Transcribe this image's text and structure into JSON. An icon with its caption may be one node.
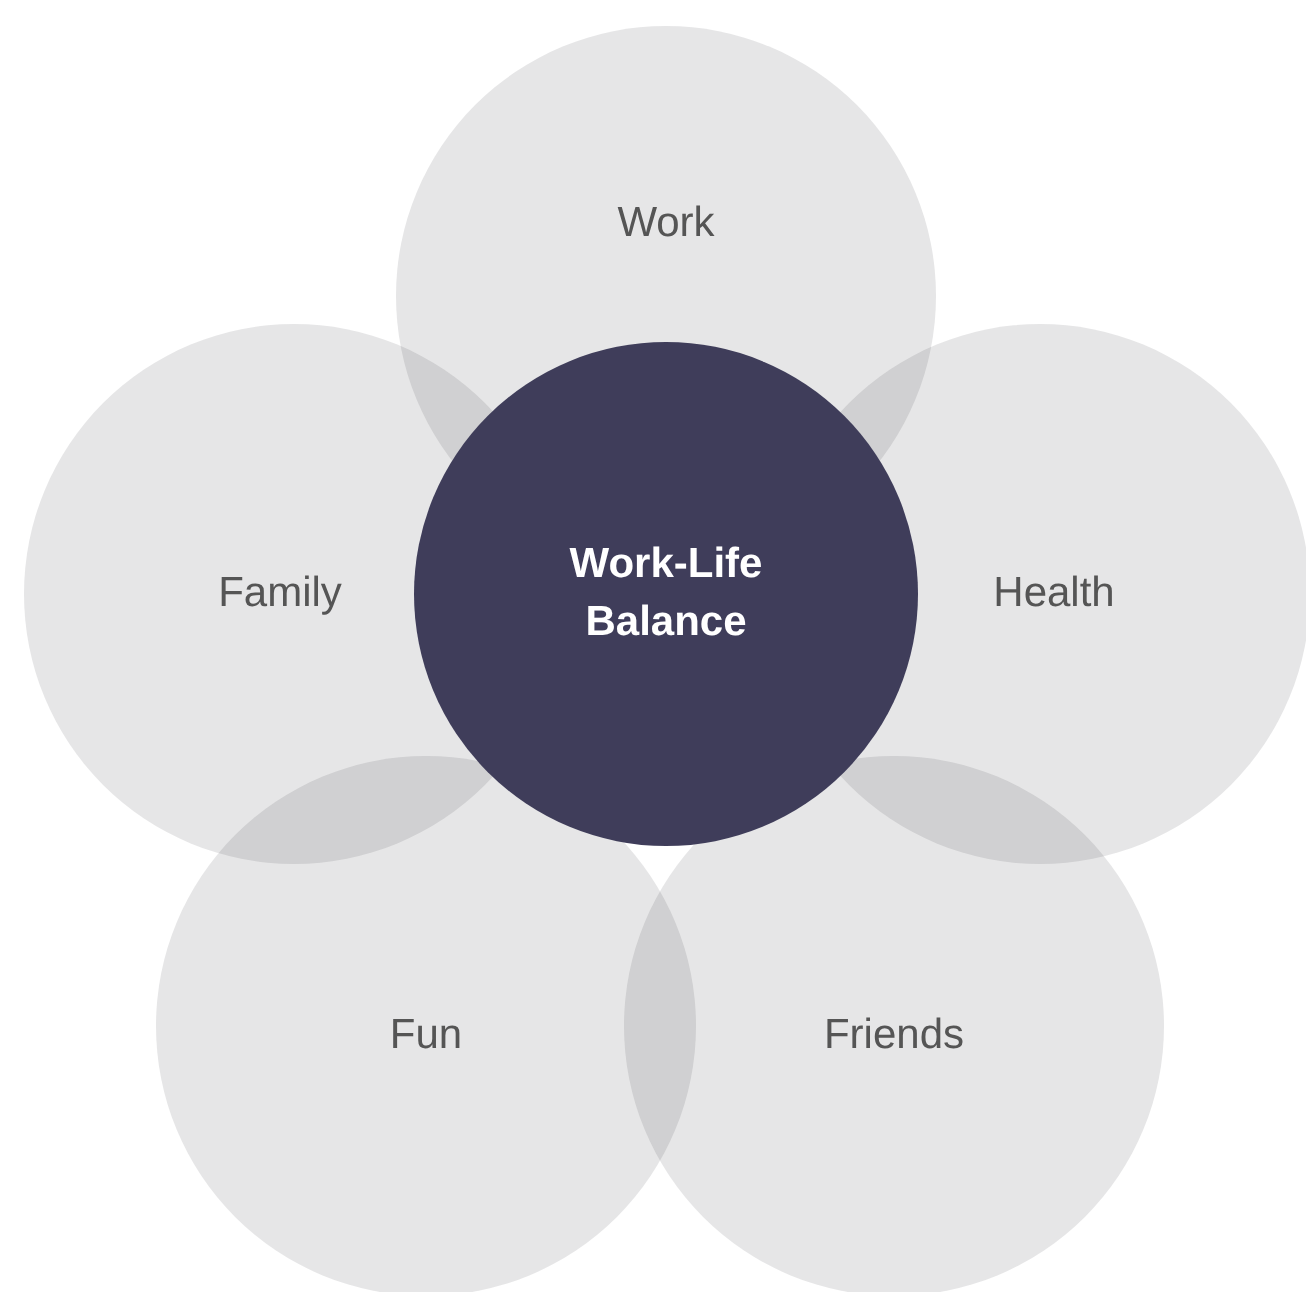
{
  "diagram": {
    "nodes": [
      {
        "text": [
          "Work"
        ]
      },
      {
        "text": [
          "Family"
        ]
      },
      {
        "text": [
          "Work-Life Balance"
        ]
      },
      {
        "text": [
          "Health"
        ]
      },
      {
        "text": [
          "Fun"
        ]
      },
      {
        "text": [
          "Friends"
        ]
      }
    ]
  }
}
